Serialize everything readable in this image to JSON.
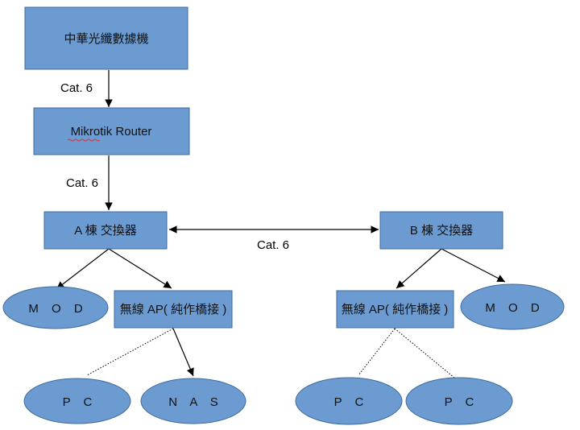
{
  "nodes": {
    "isp": {
      "label": "中華光纖數據機"
    },
    "router": {
      "label": "Mikrotik Router"
    },
    "switch_a": {
      "label": "A 棟 交換器"
    },
    "switch_b": {
      "label": "B 棟 交換器"
    },
    "mod_a": {
      "label": "M O D"
    },
    "ap_a": {
      "label": "無線 AP( 純作橋接 )"
    },
    "pc_a": {
      "label": "P C"
    },
    "nas_a": {
      "label": "N A S"
    },
    "ap_b": {
      "label": "無線 AP( 純作橋接 )"
    },
    "mod_b": {
      "label": "M O D"
    },
    "pc_b1": {
      "label": "P C"
    },
    "pc_b2": {
      "label": "P C"
    }
  },
  "edges": {
    "isp_router": {
      "label": "Cat. 6"
    },
    "router_switch_a": {
      "label": "Cat. 6"
    },
    "switch_a_switch_b": {
      "label": "Cat. 6"
    }
  },
  "colors": {
    "node_fill": "#6b9bd1",
    "node_stroke": "#3f6b9b",
    "spellcheck_underline": "#e03030"
  }
}
